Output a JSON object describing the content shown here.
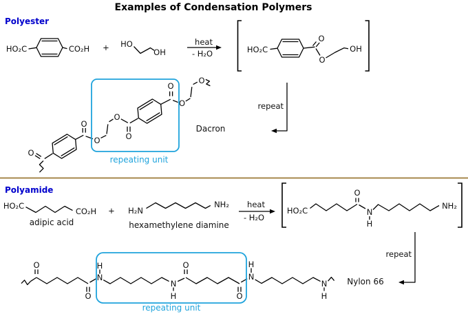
{
  "title": "Examples of Condensation Polymers",
  "atoms": {
    "ho2c": "HO₂C",
    "co2h": "CO₂H",
    "ho": "HO",
    "oh": "OH",
    "o": "O",
    "n": "N",
    "h": "H",
    "h2n": "H₂N",
    "nh2": "NH₂"
  },
  "symbols": {
    "plus": "+"
  },
  "conditions": {
    "heat": "heat",
    "minus_h2o": "- H₂O"
  },
  "labels": {
    "repeat": "repeat",
    "repeating_unit": "repeating unit"
  },
  "polyester": {
    "heading": "Polyester",
    "product_name": "Dacron"
  },
  "polyamide": {
    "heading": "Polyamide",
    "reactant1_name": "adipic acid",
    "reactant2_name": "hexamethylene diamine",
    "product_name": "Nylon 66"
  },
  "colors": {
    "heading": "#0000CC",
    "highlight": "#1FA3DC",
    "divider": "#A6874B",
    "structure": "#000000"
  }
}
